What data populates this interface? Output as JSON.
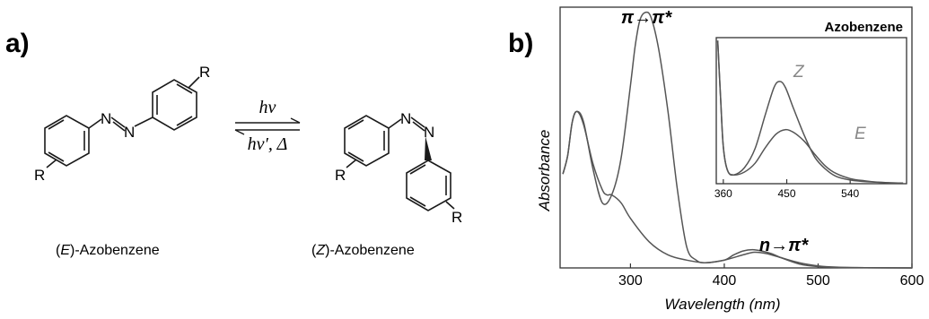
{
  "panel_a": {
    "label": "a)",
    "r_label": "R",
    "n_label": "N",
    "forward_label": "hν",
    "reverse_label": "hν′, Δ",
    "caption_e": {
      "open": "(",
      "italic": "E",
      "rest": ")-Azobenzene"
    },
    "caption_z": {
      "open": "(",
      "italic": "Z",
      "rest": ")-Azobenzene"
    }
  },
  "panel_b": {
    "label": "b)",
    "peak_pi": "π→π*",
    "peak_n": "n→π*"
  },
  "chart_data": [
    {
      "type": "line",
      "ylabel": "Absorbance",
      "xlabel": "Wavelength (nm)",
      "xlim": [
        225,
        600
      ],
      "ylim": [
        0,
        1
      ],
      "x_ticks": [
        "300",
        "400",
        "500",
        "600"
      ],
      "series": [
        {
          "x": [
            228,
            233,
            238,
            243,
            250,
            260,
            270,
            280,
            290,
            300,
            305,
            310,
            316,
            322,
            330,
            340,
            350,
            360,
            370,
            380,
            400,
            410,
            420,
            430,
            440,
            450,
            460,
            480,
            500,
            520,
            550,
            600
          ],
          "values": [
            0.36,
            0.43,
            0.56,
            0.6,
            0.56,
            0.38,
            0.25,
            0.28,
            0.42,
            0.7,
            0.85,
            0.95,
            0.98,
            0.96,
            0.84,
            0.6,
            0.3,
            0.08,
            0.03,
            0.02,
            0.03,
            0.05,
            0.065,
            0.07,
            0.065,
            0.055,
            0.04,
            0.015,
            0.005,
            0.002,
            0.001,
            0.0
          ]
        },
        {
          "x": [
            228,
            233,
            238,
            243,
            250,
            260,
            270,
            275,
            280,
            290,
            300,
            320,
            340,
            360,
            380,
            400,
            420,
            432,
            445,
            460,
            480,
            500,
            520,
            550,
            600
          ],
          "values": [
            0.36,
            0.43,
            0.56,
            0.6,
            0.55,
            0.4,
            0.3,
            0.28,
            0.28,
            0.25,
            0.19,
            0.1,
            0.05,
            0.03,
            0.02,
            0.03,
            0.05,
            0.06,
            0.055,
            0.04,
            0.02,
            0.008,
            0.003,
            0.001,
            0.0
          ]
        }
      ]
    },
    {
      "type": "line",
      "title": "Azobenzene",
      "xlim": [
        350,
        620
      ],
      "ylim": [
        0,
        1
      ],
      "x_ticks": [
        "360",
        "450",
        "540"
      ],
      "series": [
        {
          "name": "Z",
          "x": [
            352,
            356,
            360,
            366,
            375,
            390,
            405,
            420,
            432,
            440,
            448,
            460,
            475,
            490,
            505,
            520,
            540,
            560,
            580,
            600,
            615
          ],
          "values": [
            0.98,
            0.6,
            0.25,
            0.09,
            0.06,
            0.11,
            0.24,
            0.48,
            0.66,
            0.7,
            0.66,
            0.51,
            0.33,
            0.18,
            0.1,
            0.05,
            0.025,
            0.015,
            0.01,
            0.005,
            0.004
          ]
        },
        {
          "name": "E",
          "x": [
            352,
            356,
            360,
            366,
            375,
            390,
            405,
            420,
            435,
            448,
            460,
            475,
            490,
            505,
            520,
            540,
            560,
            580,
            600,
            615
          ],
          "values": [
            0.98,
            0.6,
            0.25,
            0.09,
            0.06,
            0.08,
            0.14,
            0.25,
            0.34,
            0.37,
            0.35,
            0.29,
            0.2,
            0.12,
            0.07,
            0.035,
            0.02,
            0.01,
            0.006,
            0.004
          ]
        }
      ]
    }
  ],
  "colors": {
    "line": "#555555",
    "frame": "#333333",
    "inset_label": "#888888"
  }
}
